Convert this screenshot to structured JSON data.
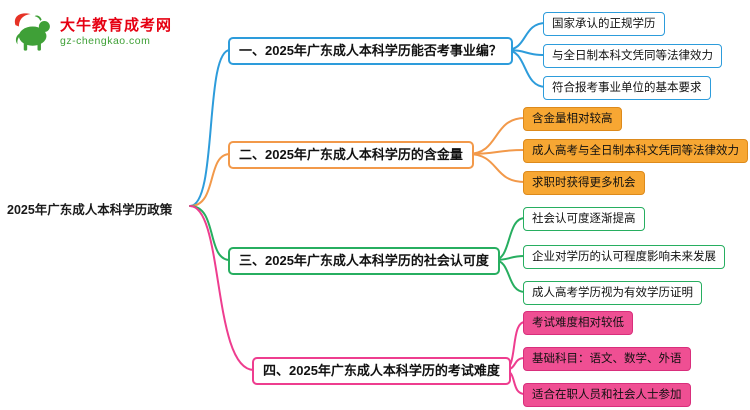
{
  "logo": {
    "title": "大牛教育成考网",
    "subtitle": "gz-chengkao.com",
    "icon": "bull-icon"
  },
  "root": {
    "label": "2025年广东成人本科学历政策"
  },
  "branches": [
    {
      "label": "一、2025年广东成人本科学历能否考事业编？",
      "color": "#2d9cdb",
      "children": [
        "国家承认的正规学历",
        "与全日制本科文凭同等法律效力",
        "符合报考事业单位的基本要求"
      ]
    },
    {
      "label": "二、2025年广东成人本科学历的含金量",
      "color": "#f2994a",
      "children": [
        "含金量相对较高",
        "成人高考与全日制本科文凭同等法律效力",
        "求职时获得更多机会"
      ]
    },
    {
      "label": "三、2025年广东成人本科学历的社会认可度",
      "color": "#27ae60",
      "children": [
        "社会认可度逐渐提高",
        "企业对学历的认可程度影响未来发展",
        "成人高考学历视为有效学历证明"
      ]
    },
    {
      "label": "四、2025年广东成人本科学历的考试难度",
      "color": "#ee3d8f",
      "children": [
        "考试难度相对较低",
        "基础科目：语文、数学、外语",
        "适合在职人员和社会人士参加"
      ]
    }
  ],
  "colors": {
    "blue": "#2d9cdb",
    "orange": "#f2994a",
    "green": "#27ae60",
    "pink": "#ee3d8f",
    "logo_red": "#e60012",
    "logo_green": "#3fa037"
  }
}
